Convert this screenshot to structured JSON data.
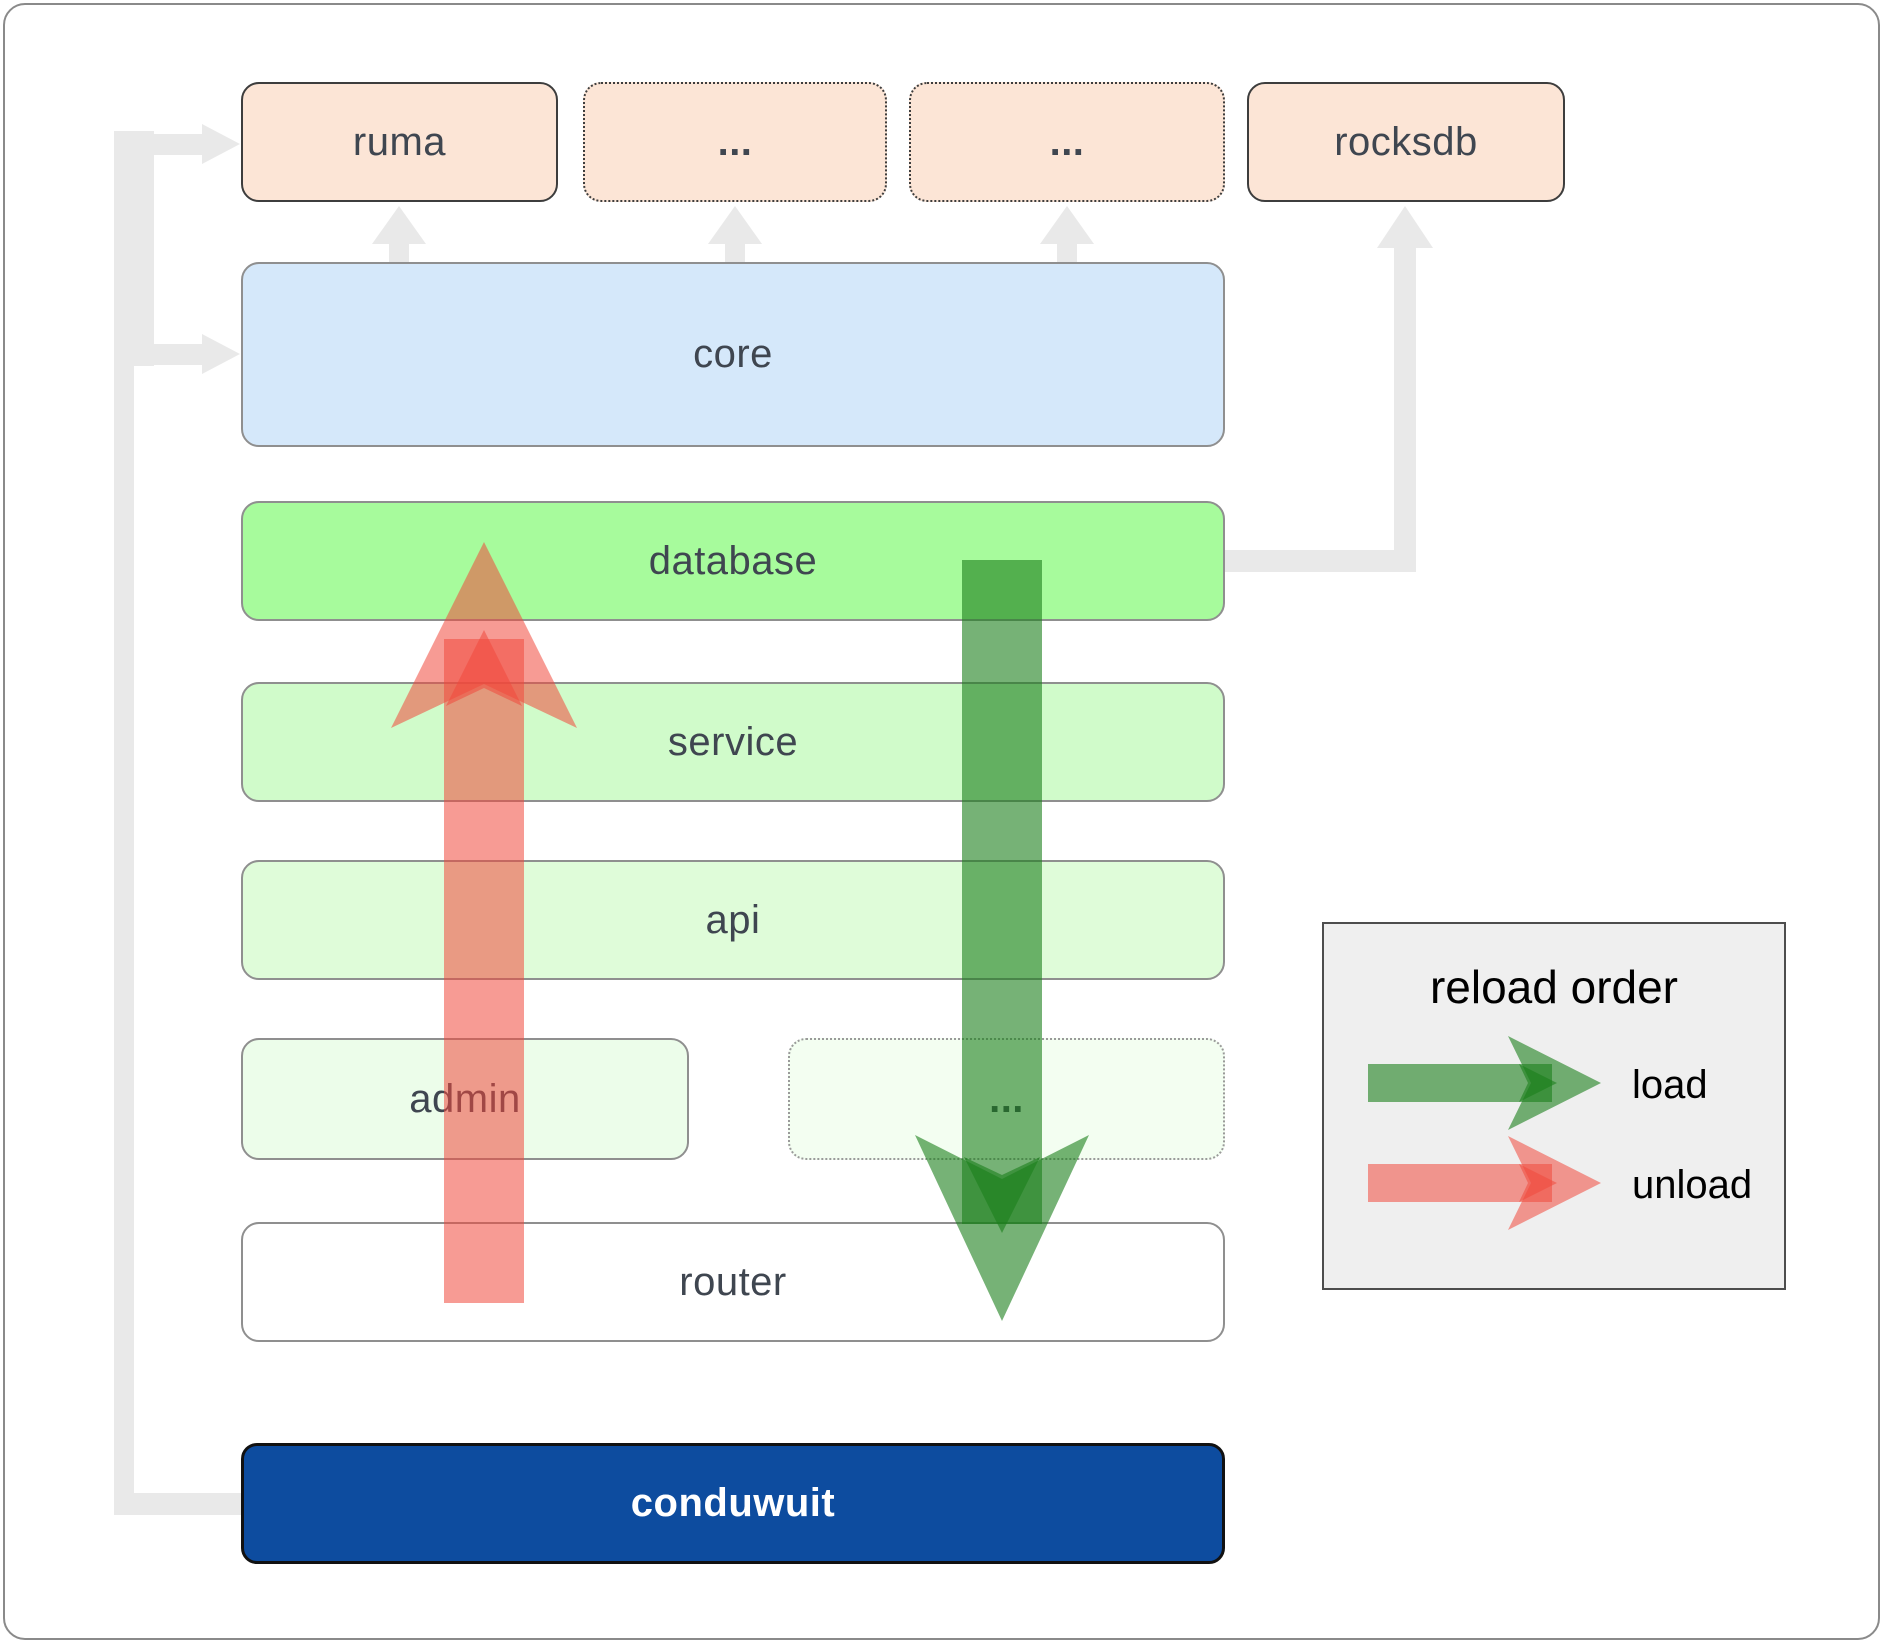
{
  "boxes": {
    "ruma": "ruma",
    "ellipsis_top_1": "...",
    "ellipsis_top_2": "...",
    "rocksdb": "rocksdb",
    "core": "core",
    "database": "database",
    "service": "service",
    "api": "api",
    "admin": "admin",
    "ellipsis_admin": "...",
    "router": "router",
    "conduwuit": "conduwuit"
  },
  "legend": {
    "title": "reload order",
    "load_label": "load",
    "unload_label": "unload"
  },
  "colors": {
    "peach_fill": "#fce5d6",
    "dark_border": "#3d3d3d",
    "gray_border": "#8f8f8f",
    "core_fill": "#d5e8fa",
    "database_fill": "#a7fb9c",
    "service_fill": "#d0fbca",
    "api_fill": "#dffcd9",
    "admin_fill": "#ecfdea",
    "ellipsis_admin_fill": "#f3fef1",
    "router_fill": "#ffffff",
    "conduwuit_fill": "#0d4c9f",
    "conduwuit_border": "#111111",
    "conduwuit_text": "#ffffff",
    "connector_gray": "#e9e9e9",
    "label_color": "#3f4650",
    "load_green": "#1a7e1a",
    "load_green_opacity": 0.6,
    "unload_red": "#f0483d",
    "unload_red_opacity": 0.55,
    "legend_bg": "#efefef",
    "legend_border": "#4d4d4d",
    "frame_border": "#8a8a8a"
  }
}
